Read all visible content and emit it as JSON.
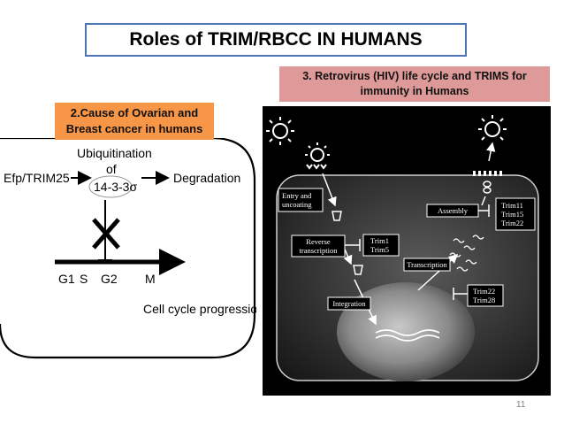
{
  "title": "Roles of TRIM/RBCC IN HUMANS",
  "cancer_box": {
    "text": "2.Cause of  Ovarian and\nBreast  cancer in humans"
  },
  "retro_box": {
    "text": "3. Retrovirus (HIV) life cycle and TRIMS for\nimmunity in Humans"
  },
  "cell_cycle": {
    "protein": "Efp/TRIM25",
    "ubiquitination_line1": "Ubiquitination",
    "ubiquitination_line2": "of",
    "target": "14-3-3σ",
    "degradation": "Degradation",
    "phases": [
      "G1",
      "S",
      "G2",
      "M"
    ],
    "progression": "Cell cycle progression"
  },
  "hiv": {
    "entry_line1": "Entry and",
    "entry_line2": "uncoating",
    "reverse_line1": "Reverse",
    "reverse_line2": "transcription",
    "trim_rt_1": "Trim1",
    "trim_rt_2": "Trim5",
    "assembly": "Assembly",
    "trim_asm_1": "Trim11",
    "trim_asm_2": "Trim15",
    "trim_asm_3": "Trim22",
    "transcription": "Transcription",
    "integration": "Integration",
    "trim_int_1": "Trim22",
    "trim_int_2": "Trim28"
  },
  "page_number": "11",
  "colors": {
    "title_border": "#4a74b4",
    "retro_box": "#dd9a98",
    "cancer_box": "#f79646"
  }
}
